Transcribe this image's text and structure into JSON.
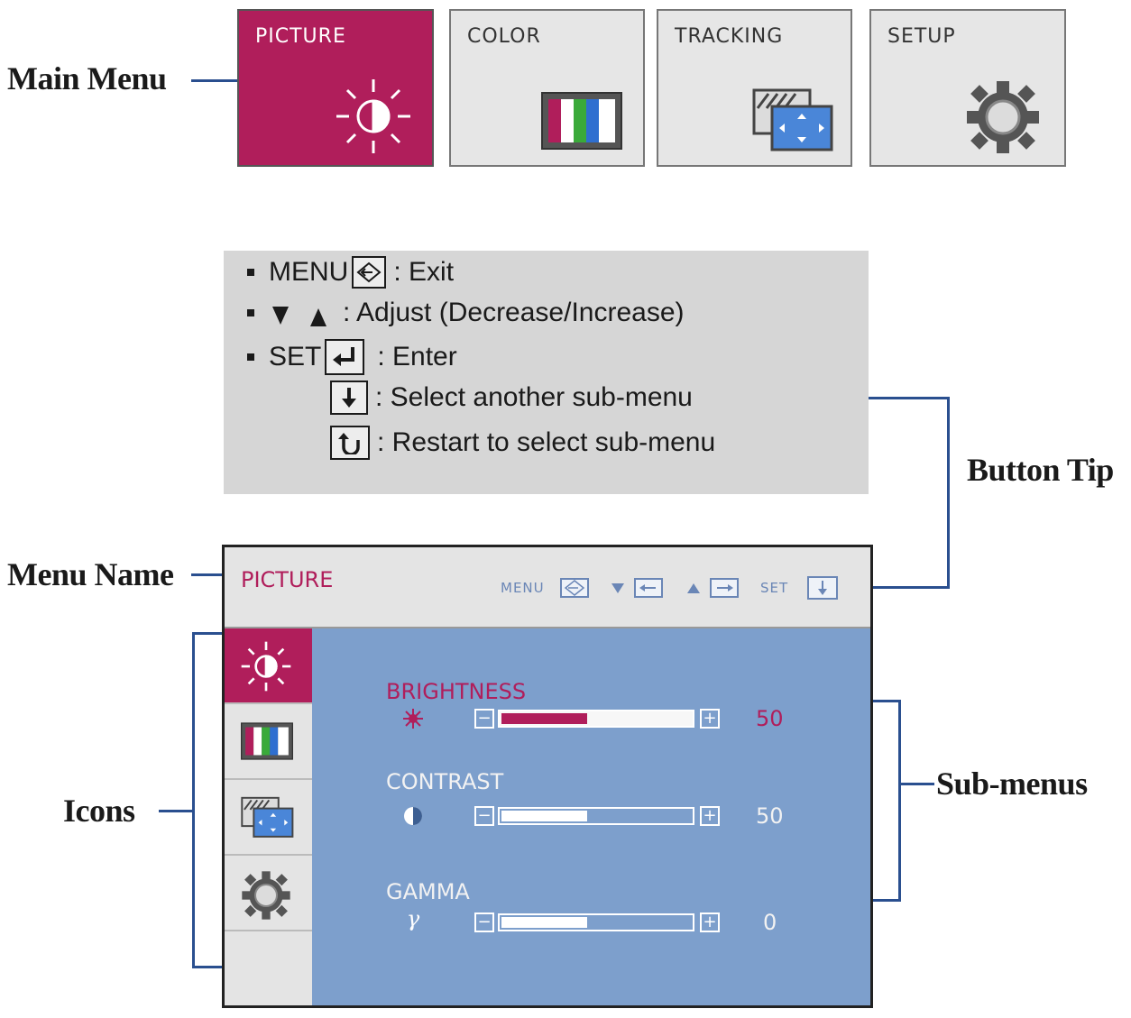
{
  "annotations": {
    "main_menu": "Main Menu",
    "button_tip": "Button Tip",
    "menu_name": "Menu Name",
    "icons": "Icons",
    "sub_menus": "Sub-menus"
  },
  "main_menu": {
    "tiles": [
      {
        "label": "PICTURE",
        "icon": "brightness-icon",
        "active": true
      },
      {
        "label": "COLOR",
        "icon": "color-bars-icon",
        "active": false
      },
      {
        "label": "TRACKING",
        "icon": "tracking-icon",
        "active": false
      },
      {
        "label": "SETUP",
        "icon": "gear-icon",
        "active": false
      }
    ]
  },
  "button_tip": {
    "lines": [
      {
        "key": "MENU",
        "icon": "menu-exit-icon",
        "text": ": Exit"
      },
      {
        "key": "▼ ▲",
        "icon": "",
        "text": ": Adjust (Decrease/Increase)"
      },
      {
        "key": "SET",
        "icon": "enter-icon",
        "text": ": Enter"
      },
      {
        "key": "",
        "icon": "down-arrow-icon",
        "text": ": Select another sub-menu"
      },
      {
        "key": "",
        "icon": "restart-icon",
        "text": ": Restart to select sub-menu"
      }
    ]
  },
  "osd": {
    "title": "PICTURE",
    "hints": {
      "menu": "MENU",
      "set": "SET"
    },
    "submenus": [
      {
        "label": "BRIGHTNESS",
        "value": "50",
        "level": 0.45,
        "active": true,
        "icon": "sun-icon"
      },
      {
        "label": "CONTRAST",
        "value": "50",
        "level": 0.45,
        "active": false,
        "icon": "half-circle-icon"
      },
      {
        "label": "GAMMA",
        "value": "0",
        "level": 0.45,
        "active": false,
        "icon": "gamma-icon",
        "symbol": "γ"
      }
    ]
  },
  "colors": {
    "accent": "#b01e5b",
    "pane": "#7d9fcc",
    "connector": "#2a4f8f"
  }
}
